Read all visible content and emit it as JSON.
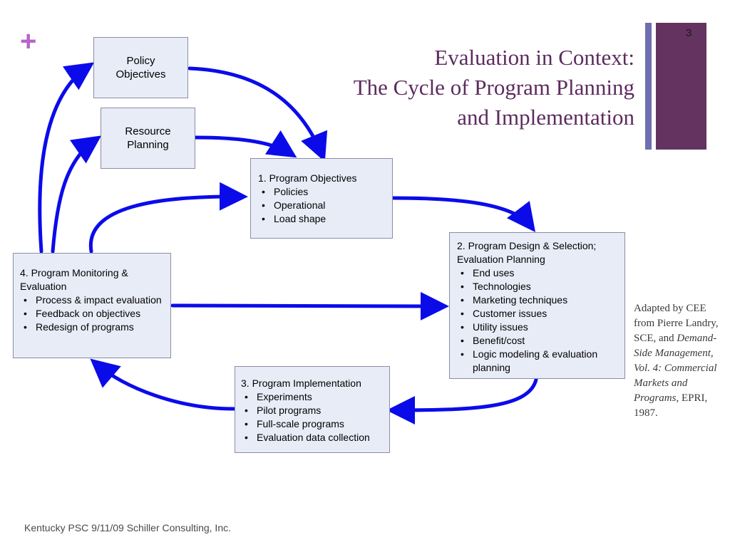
{
  "slide": {
    "plus_symbol": "+",
    "number": "3",
    "title_lines": [
      "Evaluation in Context:",
      "The Cycle of  Program Planning",
      "and Implementation"
    ],
    "footer": "Kentucky PSC 9/11/09  Schiller Consulting, Inc."
  },
  "boxes": {
    "policy": {
      "lines": [
        "Policy",
        "Objectives"
      ]
    },
    "resource": {
      "lines": [
        "Resource",
        "Planning"
      ]
    },
    "program_objectives": {
      "title": "1. Program Objectives",
      "items": [
        "Policies",
        "Operational",
        "Load shape"
      ]
    },
    "program_design": {
      "title_lines": [
        "2. Program Design & Selection;",
        "Evaluation Planning"
      ],
      "items": [
        "End uses",
        "Technologies",
        "Marketing techniques",
        "Customer issues",
        "Utility issues",
        "Benefit/cost",
        "Logic modeling & evaluation planning"
      ]
    },
    "program_implementation": {
      "title": "3. Program Implementation",
      "items": [
        "Experiments",
        "Pilot programs",
        "Full-scale programs",
        "Evaluation data collection"
      ]
    },
    "program_monitoring": {
      "title_lines": [
        "4. Program Monitoring &",
        "Evaluation"
      ],
      "items": [
        "Process & impact evaluation",
        "Feedback on objectives",
        "Redesign of programs"
      ]
    }
  },
  "attribution": {
    "lead": "Adapted by CEE from Pierre Landry, SCE, and ",
    "italic": "Demand-Side Management, Vol. 4: Commercial Markets and Programs,",
    "tail": " EPRI, 1987."
  },
  "colors": {
    "arrow": "#0b0bea",
    "box_fill": "#e8ecf7",
    "title": "#5c2b5e",
    "accent_plus": "#b565c9",
    "sidebar_dark": "#65335f",
    "sidebar_light": "#6e6eb0"
  }
}
